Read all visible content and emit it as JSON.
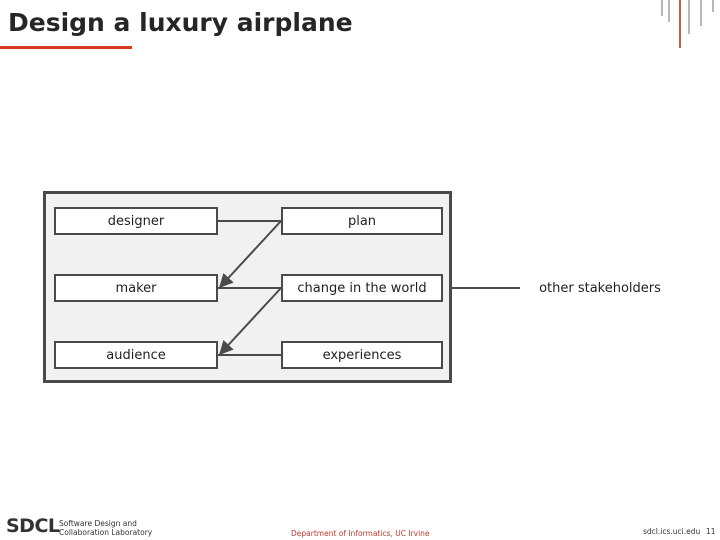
{
  "slide": {
    "title": "Design a luxury airplane",
    "accent_color": "#d43b1f"
  },
  "diagram": {
    "nodes": {
      "designer": "designer",
      "plan": "plan",
      "maker": "maker",
      "change": "change in the world",
      "audience": "audience",
      "experiences": "experiences",
      "stakeholders": "other stakeholders"
    }
  },
  "footer": {
    "logo": "SDCL",
    "lab_line1": "Software Design and",
    "lab_line2": "Collaboration Laboratory",
    "department": "Department of Informatics, UC Irvine",
    "url": "sdcl.ics.uci.edu",
    "page": "11"
  }
}
